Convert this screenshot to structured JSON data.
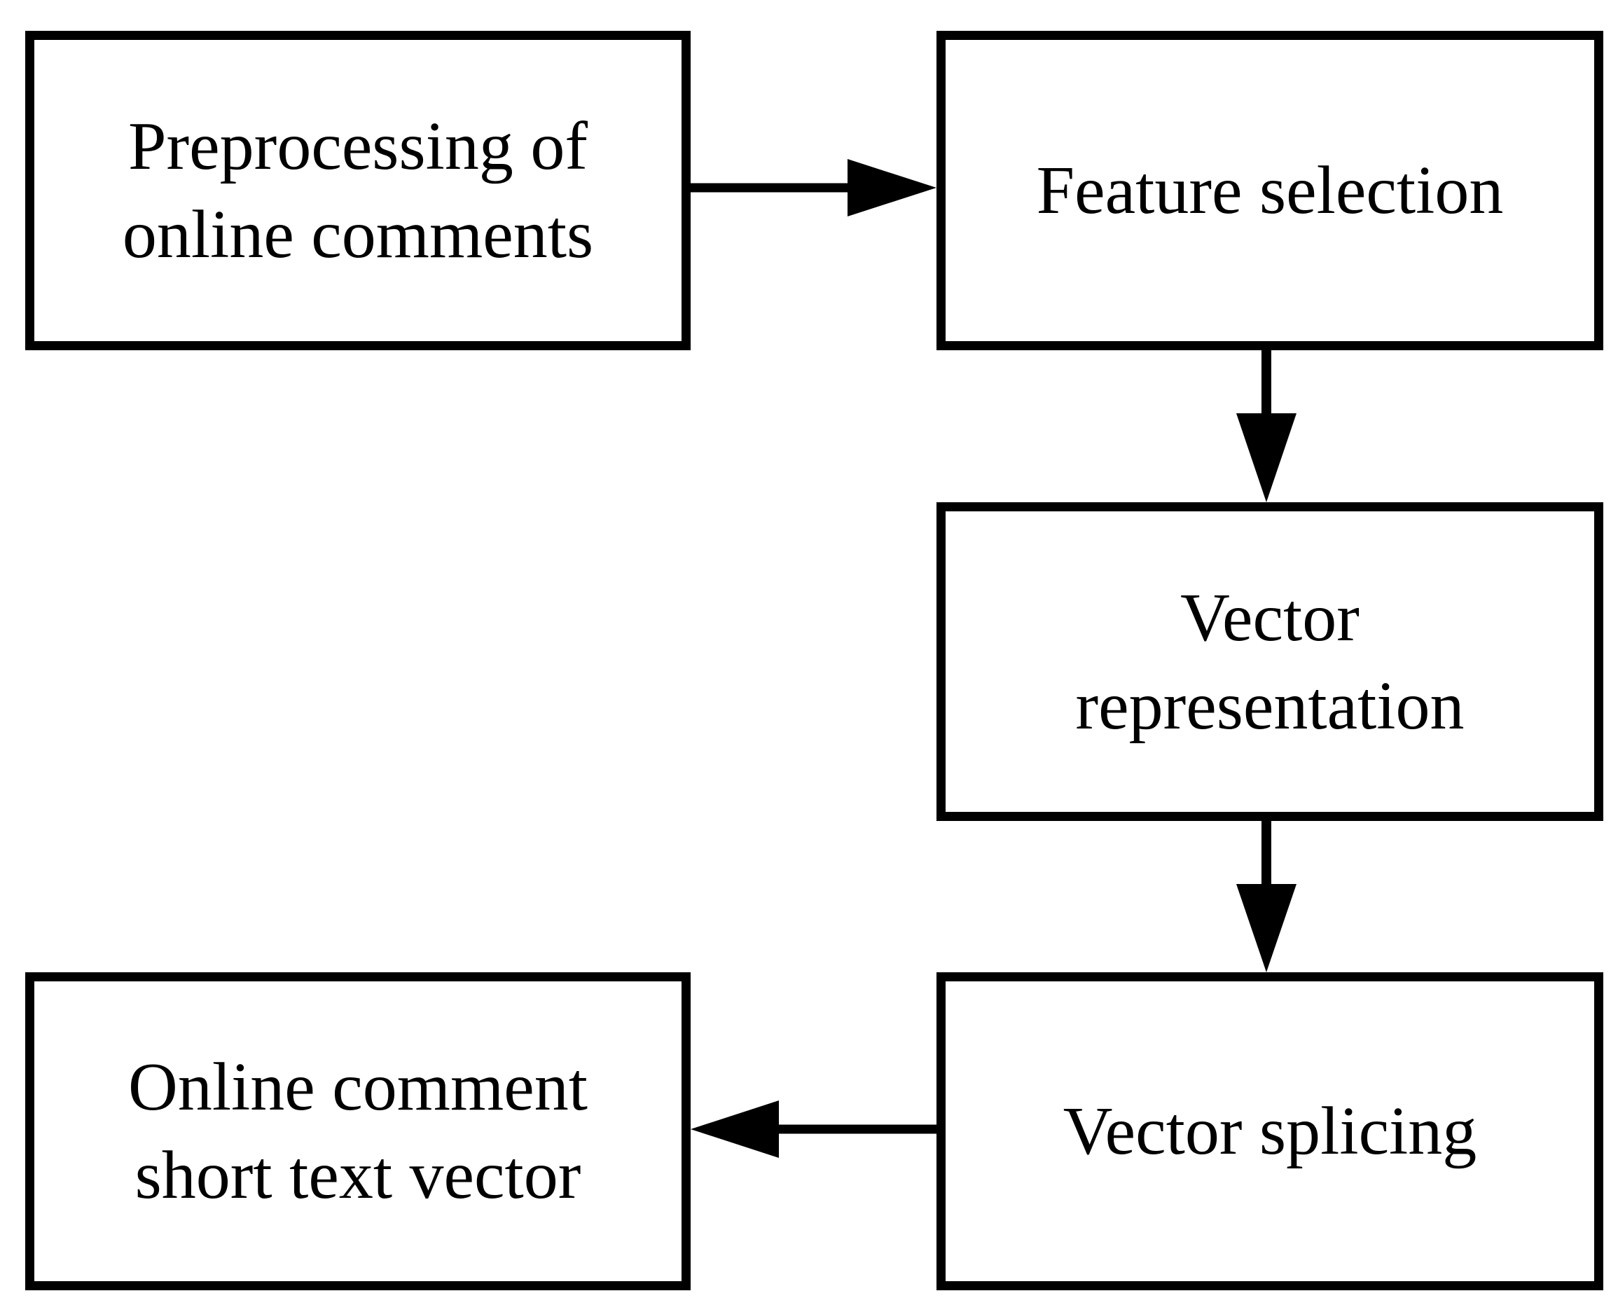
{
  "diagram": {
    "nodes": [
      {
        "id": "preprocessing",
        "label": "Preprocessing of\nonline comments"
      },
      {
        "id": "feature",
        "label": "Feature selection"
      },
      {
        "id": "vector_rep",
        "label": "Vector\nrepresentation"
      },
      {
        "id": "splicing",
        "label": "Vector splicing"
      },
      {
        "id": "short_text",
        "label": "Online comment\nshort text vector"
      }
    ],
    "edges": [
      {
        "from": "preprocessing",
        "to": "feature"
      },
      {
        "from": "feature",
        "to": "vector_rep"
      },
      {
        "from": "vector_rep",
        "to": "splicing"
      },
      {
        "from": "splicing",
        "to": "short_text"
      }
    ],
    "colors": {
      "stroke": "#000000",
      "fill": "#ffffff"
    }
  }
}
